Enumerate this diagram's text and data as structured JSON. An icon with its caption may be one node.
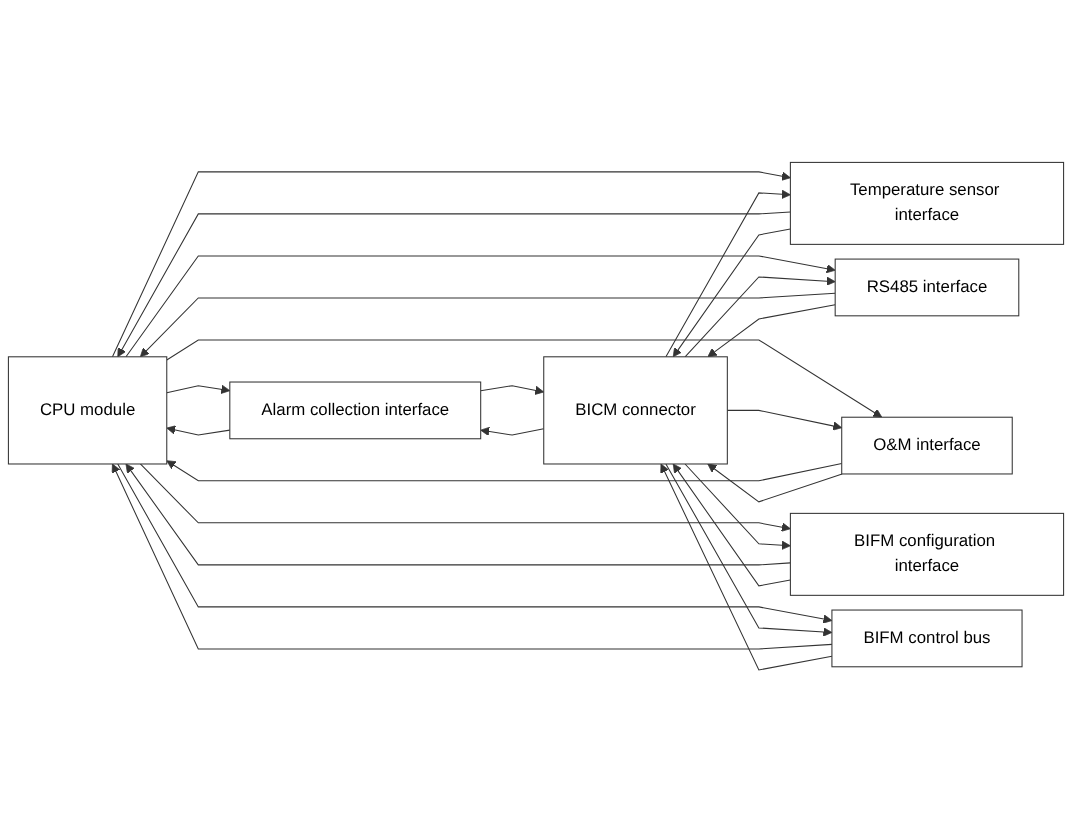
{
  "diagram": {
    "nodes": [
      {
        "text": [
          "CPU module"
        ]
      },
      {
        "text": [
          "Alarm collection interface"
        ]
      },
      {
        "text": [
          "Temperature sensor interface"
        ]
      },
      {
        "text": [
          "RS485 interface"
        ]
      },
      {
        "text": [
          "O&M interface"
        ]
      },
      {
        "text": [
          "BIFM configuration interface"
        ]
      },
      {
        "text": [
          "BIFM control bus"
        ]
      },
      {
        "text": [
          "BICM connector"
        ]
      }
    ],
    "edges": [
      {
        "from": 1,
        "to": 0,
        "arrow": "to"
      },
      {
        "from": 0,
        "to": 1,
        "arrow": "to"
      },
      {
        "from": 7,
        "to": 1,
        "arrow": "to"
      },
      {
        "from": 1,
        "to": 7,
        "arrow": "to"
      },
      {
        "from": 2,
        "to": 0,
        "arrow": "to"
      },
      {
        "from": 0,
        "to": 2,
        "arrow": "to"
      },
      {
        "from": 7,
        "to": 2,
        "arrow": "to"
      },
      {
        "from": 2,
        "to": 7,
        "arrow": "to"
      },
      {
        "from": 3,
        "to": 0,
        "arrow": "to"
      },
      {
        "from": 0,
        "to": 3,
        "arrow": "to"
      },
      {
        "from": 7,
        "to": 3,
        "arrow": "to"
      },
      {
        "from": 3,
        "to": 7,
        "arrow": "to"
      },
      {
        "from": 4,
        "to": 0,
        "arrow": "to"
      },
      {
        "from": 0,
        "to": 4,
        "arrow": "to"
      },
      {
        "from": 7,
        "to": 4,
        "arrow": "to"
      },
      {
        "from": 4,
        "to": 7,
        "arrow": "to"
      },
      {
        "from": 5,
        "to": 0,
        "arrow": "to"
      },
      {
        "from": 0,
        "to": 5,
        "arrow": "to"
      },
      {
        "from": 7,
        "to": 5,
        "arrow": "to"
      },
      {
        "from": 5,
        "to": 7,
        "arrow": "to"
      },
      {
        "from": 6,
        "to": 0,
        "arrow": "to"
      },
      {
        "from": 0,
        "to": 6,
        "arrow": "to"
      },
      {
        "from": 7,
        "to": 6,
        "arrow": "to"
      },
      {
        "from": 6,
        "to": 7,
        "arrow": "to"
      }
    ]
  }
}
